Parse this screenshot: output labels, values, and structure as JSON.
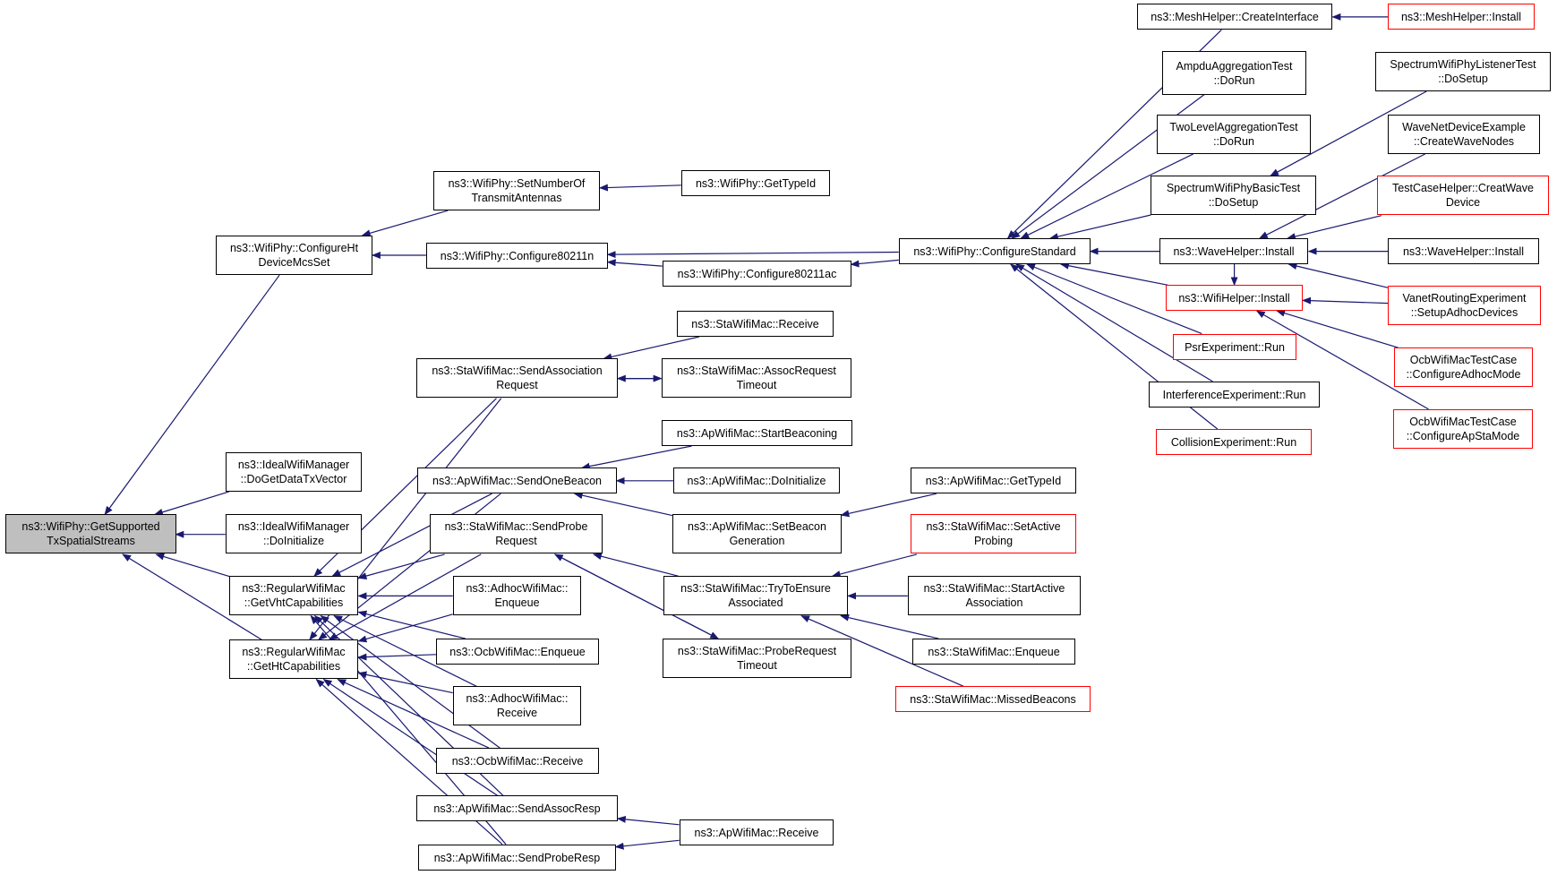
{
  "diagram": {
    "colors": {
      "edge": "#191970",
      "node_border": "#000000",
      "node_border_truncated": "#ff0000",
      "root_fill": "#bfbfbf"
    },
    "nodes": [
      {
        "id": "root",
        "label": "ns3::WifiPhy::GetSupported\nTxSpatialStreams",
        "style": "root"
      },
      {
        "id": "confHt",
        "label": "ns3::WifiPhy::ConfigureHt\nDeviceMcsSet"
      },
      {
        "id": "idealDoGet",
        "label": "ns3::IdealWifiManager\n::DoGetDataTxVector"
      },
      {
        "id": "idealInit",
        "label": "ns3::IdealWifiManager\n::DoInitialize"
      },
      {
        "id": "rwmVht",
        "label": "ns3::RegularWifiMac\n::GetVhtCapabilities"
      },
      {
        "id": "rwmHt",
        "label": "ns3::RegularWifiMac\n::GetHtCapabilities"
      },
      {
        "id": "setNumAnt",
        "label": "ns3::WifiPhy::SetNumberOf\nTransmitAntennas"
      },
      {
        "id": "conf11n",
        "label": "ns3::WifiPhy::Configure80211n"
      },
      {
        "id": "getTypeId",
        "label": "ns3::WifiPhy::GetTypeId"
      },
      {
        "id": "conf11ac",
        "label": "ns3::WifiPhy::Configure80211ac"
      },
      {
        "id": "confStd",
        "label": "ns3::WifiPhy::ConfigureStandard"
      },
      {
        "id": "staSendAssoc",
        "label": "ns3::StaWifiMac::SendAssociation\nRequest"
      },
      {
        "id": "staReceive",
        "label": "ns3::StaWifiMac::Receive"
      },
      {
        "id": "staAssocTimeout",
        "label": "ns3::StaWifiMac::AssocRequest\nTimeout"
      },
      {
        "id": "apSendBeacon",
        "label": "ns3::ApWifiMac::SendOneBeacon"
      },
      {
        "id": "apStartBeacon",
        "label": "ns3::ApWifiMac::StartBeaconing"
      },
      {
        "id": "apDoInit",
        "label": "ns3::ApWifiMac::DoInitialize"
      },
      {
        "id": "apSetBeaconGen",
        "label": "ns3::ApWifiMac::SetBeacon\nGeneration"
      },
      {
        "id": "apGetTypeId",
        "label": "ns3::ApWifiMac::GetTypeId"
      },
      {
        "id": "staSendProbe",
        "label": "ns3::StaWifiMac::SendProbe\nRequest"
      },
      {
        "id": "staTryEnsure",
        "label": "ns3::StaWifiMac::TryToEnsure\nAssociated"
      },
      {
        "id": "staSetActive",
        "label": "ns3::StaWifiMac::SetActive\nProbing",
        "style": "truncated"
      },
      {
        "id": "staStartActive",
        "label": "ns3::StaWifiMac::StartActive\nAssociation"
      },
      {
        "id": "staEnqueue",
        "label": "ns3::StaWifiMac::Enqueue"
      },
      {
        "id": "staMissed",
        "label": "ns3::StaWifiMac::MissedBeacons",
        "style": "truncated"
      },
      {
        "id": "staProbeTimeout",
        "label": "ns3::StaWifiMac::ProbeRequest\nTimeout"
      },
      {
        "id": "adhocEnqueue",
        "label": "ns3::AdhocWifiMac::\nEnqueue"
      },
      {
        "id": "ocbEnqueue",
        "label": "ns3::OcbWifiMac::Enqueue"
      },
      {
        "id": "adhocReceive",
        "label": "ns3::AdhocWifiMac::\nReceive"
      },
      {
        "id": "ocbReceive",
        "label": "ns3::OcbWifiMac::Receive"
      },
      {
        "id": "apSendAssocResp",
        "label": "ns3::ApWifiMac::SendAssocResp"
      },
      {
        "id": "apSendProbeResp",
        "label": "ns3::ApWifiMac::SendProbeResp"
      },
      {
        "id": "apReceive",
        "label": "ns3::ApWifiMac::Receive"
      },
      {
        "id": "meshCreateIf",
        "label": "ns3::MeshHelper::CreateInterface"
      },
      {
        "id": "meshInstall",
        "label": "ns3::MeshHelper::Install",
        "style": "truncated"
      },
      {
        "id": "ampduTest",
        "label": "AmpduAggregationTest\n::DoRun"
      },
      {
        "id": "twoLevelTest",
        "label": "TwoLevelAggregationTest\n::DoRun"
      },
      {
        "id": "specBasic",
        "label": "SpectrumWifiPhyBasicTest\n::DoSetup"
      },
      {
        "id": "specListener",
        "label": "SpectrumWifiPhyListenerTest\n::DoSetup"
      },
      {
        "id": "waveInstall",
        "label": "ns3::WaveHelper::Install"
      },
      {
        "id": "waveNetDev",
        "label": "WaveNetDeviceExample\n::CreateWaveNodes"
      },
      {
        "id": "testCaseHelper",
        "label": "TestCaseHelper::CreatWave\nDevice",
        "style": "truncated"
      },
      {
        "id": "waveInstall2",
        "label": "ns3::WaveHelper::Install"
      },
      {
        "id": "wifiHelperInstall",
        "label": "ns3::WifiHelper::Install",
        "style": "truncated"
      },
      {
        "id": "vanet",
        "label": "VanetRoutingExperiment\n::SetupAdhocDevices",
        "style": "truncated"
      },
      {
        "id": "psr",
        "label": "PsrExperiment::Run",
        "style": "truncated"
      },
      {
        "id": "ocbAdhoc",
        "label": "OcbWifiMacTestCase\n::ConfigureAdhocMode",
        "style": "truncated"
      },
      {
        "id": "interference",
        "label": "InterferenceExperiment::Run"
      },
      {
        "id": "ocbApSta",
        "label": "OcbWifiMacTestCase\n::ConfigureApStaMode",
        "style": "truncated"
      },
      {
        "id": "collision",
        "label": "CollisionExperiment::Run",
        "style": "truncated"
      }
    ],
    "edges": [
      {
        "from": "confHt",
        "to": "root"
      },
      {
        "from": "idealDoGet",
        "to": "root"
      },
      {
        "from": "idealInit",
        "to": "root"
      },
      {
        "from": "rwmVht",
        "to": "root"
      },
      {
        "from": "rwmHt",
        "to": "root"
      },
      {
        "from": "setNumAnt",
        "to": "confHt"
      },
      {
        "from": "conf11n",
        "to": "confHt"
      },
      {
        "from": "getTypeId",
        "to": "setNumAnt"
      },
      {
        "from": "conf11ac",
        "to": "conf11n"
      },
      {
        "from": "confStd",
        "to": "conf11n"
      },
      {
        "from": "confStd",
        "to": "conf11ac"
      },
      {
        "from": "meshCreateIf",
        "to": "confStd"
      },
      {
        "from": "ampduTest",
        "to": "confStd"
      },
      {
        "from": "twoLevelTest",
        "to": "confStd"
      },
      {
        "from": "specBasic",
        "to": "confStd"
      },
      {
        "from": "waveInstall",
        "to": "confStd"
      },
      {
        "from": "wifiHelperInstall",
        "to": "confStd"
      },
      {
        "from": "psr",
        "to": "confStd"
      },
      {
        "from": "interference",
        "to": "confStd"
      },
      {
        "from": "collision",
        "to": "confStd"
      },
      {
        "from": "meshInstall",
        "to": "meshCreateIf"
      },
      {
        "from": "specListener",
        "to": "specBasic"
      },
      {
        "from": "waveNetDev",
        "to": "waveInstall"
      },
      {
        "from": "testCaseHelper",
        "to": "waveInstall"
      },
      {
        "from": "waveInstall2",
        "to": "waveInstall"
      },
      {
        "from": "vanet",
        "to": "waveInstall"
      },
      {
        "from": "waveInstall",
        "to": "wifiHelperInstall"
      },
      {
        "from": "vanet",
        "to": "wifiHelperInstall"
      },
      {
        "from": "ocbAdhoc",
        "to": "wifiHelperInstall"
      },
      {
        "from": "ocbApSta",
        "to": "wifiHelperInstall"
      },
      {
        "from": "staSendAssoc",
        "to": "rwmVht"
      },
      {
        "from": "staSendAssoc",
        "to": "rwmHt"
      },
      {
        "from": "apSendBeacon",
        "to": "rwmVht"
      },
      {
        "from": "apSendBeacon",
        "to": "rwmHt"
      },
      {
        "from": "staSendProbe",
        "to": "rwmVht"
      },
      {
        "from": "staSendProbe",
        "to": "rwmHt"
      },
      {
        "from": "adhocEnqueue",
        "to": "rwmVht"
      },
      {
        "from": "adhocEnqueue",
        "to": "rwmHt"
      },
      {
        "from": "ocbEnqueue",
        "to": "rwmVht"
      },
      {
        "from": "ocbEnqueue",
        "to": "rwmHt"
      },
      {
        "from": "adhocReceive",
        "to": "rwmVht"
      },
      {
        "from": "adhocReceive",
        "to": "rwmHt"
      },
      {
        "from": "ocbReceive",
        "to": "rwmVht"
      },
      {
        "from": "ocbReceive",
        "to": "rwmHt"
      },
      {
        "from": "apSendAssocResp",
        "to": "rwmVht"
      },
      {
        "from": "apSendAssocResp",
        "to": "rwmHt"
      },
      {
        "from": "apSendProbeResp",
        "to": "rwmVht"
      },
      {
        "from": "apSendProbeResp",
        "to": "rwmHt"
      },
      {
        "from": "staReceive",
        "to": "staSendAssoc"
      },
      {
        "from": "staAssocTimeout",
        "to": "staSendAssoc"
      },
      {
        "from": "staSendAssoc",
        "to": "staAssocTimeout"
      },
      {
        "from": "apStartBeacon",
        "to": "apSendBeacon"
      },
      {
        "from": "apDoInit",
        "to": "apSendBeacon"
      },
      {
        "from": "apSetBeaconGen",
        "to": "apSendBeacon"
      },
      {
        "from": "apGetTypeId",
        "to": "apSetBeaconGen"
      },
      {
        "from": "staTryEnsure",
        "to": "staSendProbe"
      },
      {
        "from": "staProbeTimeout",
        "to": "staSendProbe"
      },
      {
        "from": "staSendProbe",
        "to": "staProbeTimeout"
      },
      {
        "from": "staSetActive",
        "to": "staTryEnsure"
      },
      {
        "from": "staStartActive",
        "to": "staTryEnsure"
      },
      {
        "from": "staEnqueue",
        "to": "staTryEnsure"
      },
      {
        "from": "staMissed",
        "to": "staTryEnsure"
      },
      {
        "from": "apReceive",
        "to": "apSendAssocResp"
      },
      {
        "from": "apReceive",
        "to": "apSendProbeResp"
      }
    ]
  }
}
